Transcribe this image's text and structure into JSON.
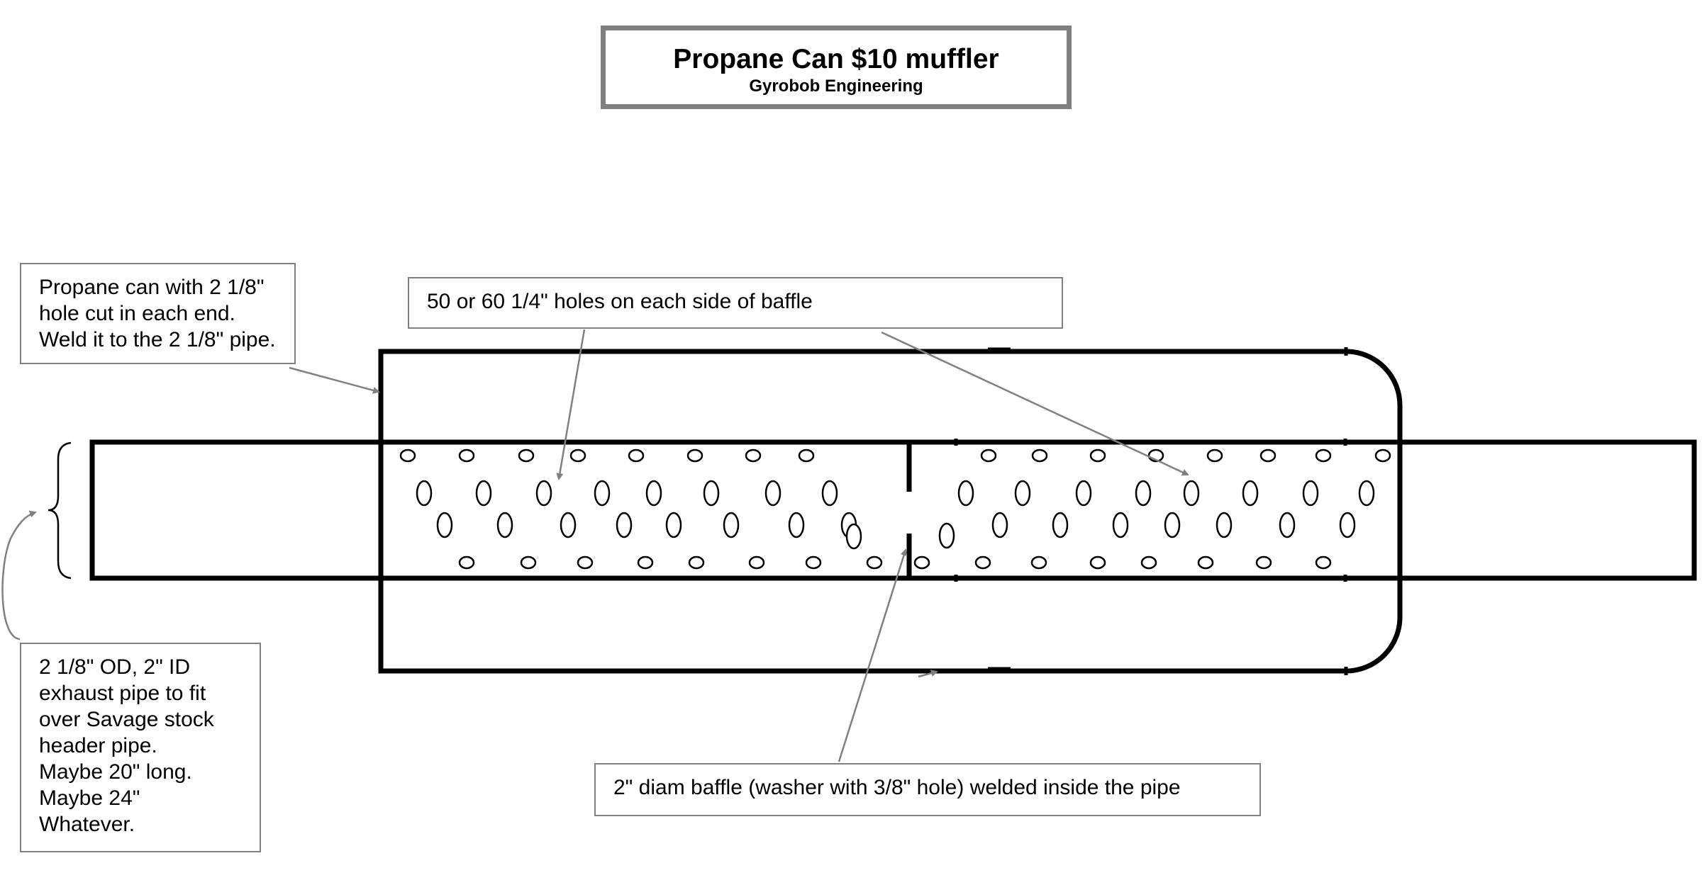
{
  "title": {
    "main": "Propane Can $10 muffler",
    "subtitle": "Gyrobob Engineering"
  },
  "callouts": {
    "can": [
      "Propane can with 2 1/8\"",
      "hole cut in each end.",
      "Weld it to the 2 1/8\" pipe."
    ],
    "holes": [
      "50 or 60 1/4\" holes on each side of baffle"
    ],
    "pipe": [
      "2 1/8\" OD, 2\" ID",
      "exhaust pipe to fit",
      "over Savage stock",
      "header pipe.",
      "Maybe 20\" long.",
      "Maybe 24\"",
      "Whatever."
    ],
    "baffle": [
      "2\" diam baffle (washer with 3/8\" hole) welded inside the pipe"
    ]
  },
  "colors": {
    "outline": "#000000",
    "callout_border": "#808080",
    "arrow": "#808080"
  }
}
